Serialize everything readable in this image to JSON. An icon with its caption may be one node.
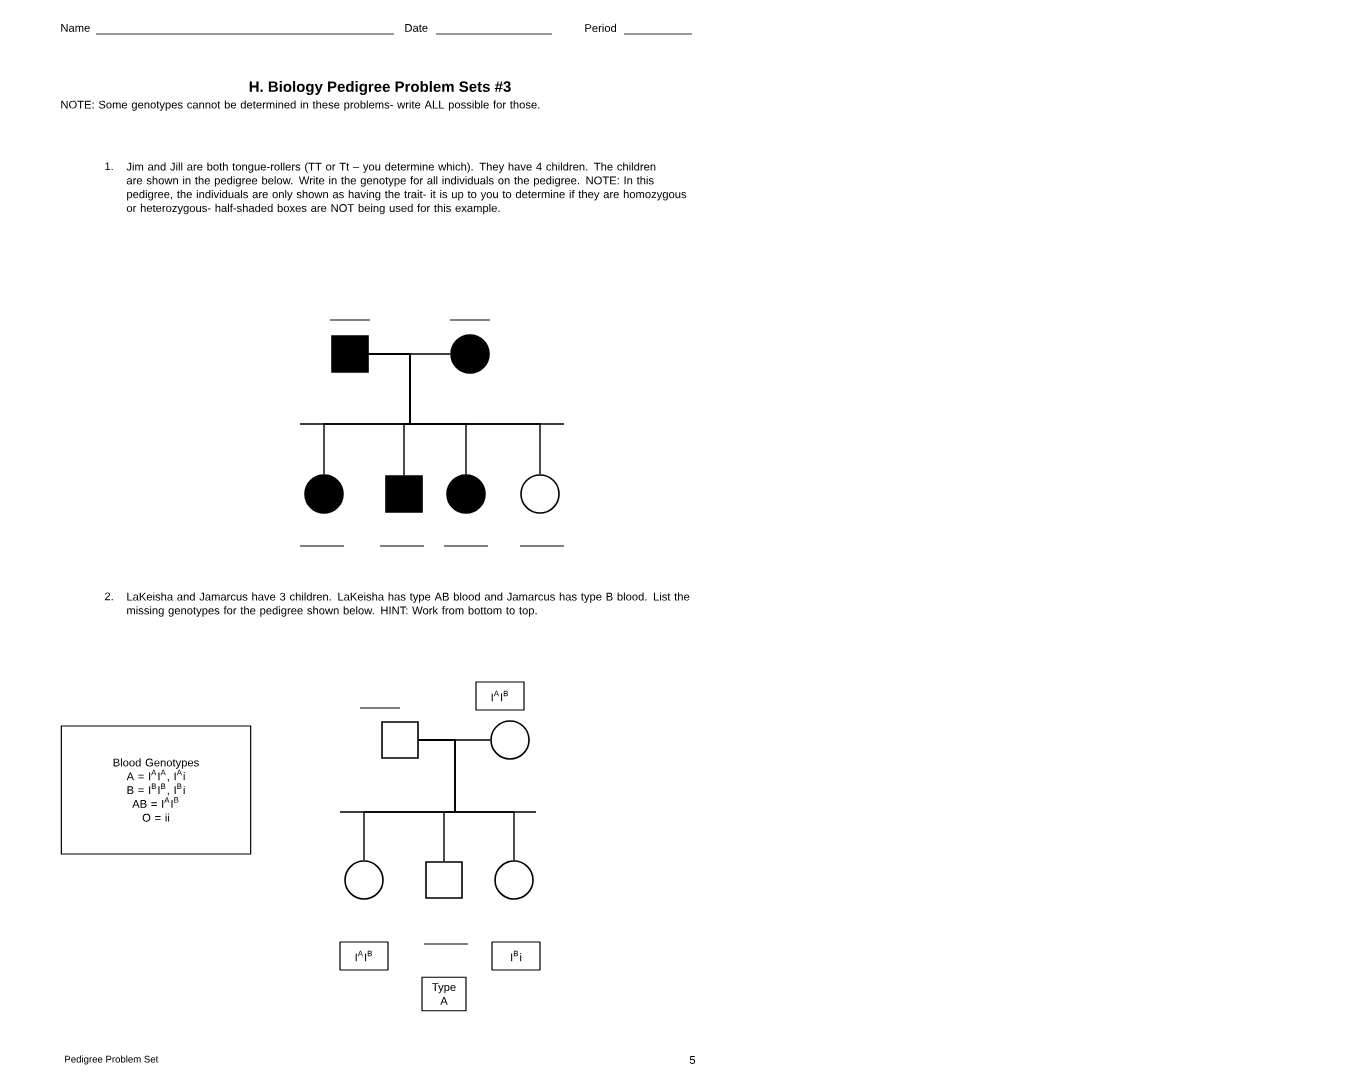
{
  "diagram": {
    "title": "H. Biology Pedigree Problem Sets #3",
    "nodes": [
      {
        "text": [],
        "shape": "box"
      },
      {
        "text": [],
        "shape": "circle"
      },
      {
        "text": [],
        "shape": "circle"
      },
      {
        "text": [],
        "shape": "box"
      },
      {
        "text": [],
        "shape": "circle"
      },
      {
        "text": [],
        "shape": "circle"
      },
      {
        "text": [],
        "shape": "box"
      },
      {
        "text": [],
        "shape": "circle"
      },
      {
        "text": [],
        "shape": "circle"
      },
      {
        "text": [],
        "shape": "box"
      },
      {
        "text": [],
        "shape": "circle"
      },
      {
        "text": [
          "I$^{A}$I$^{B}$"
        ]
      },
      {
        "text": [
          "I$^{A}$I$^{B}$"
        ]
      },
      {
        "text": [
          "I$^{B}$i"
        ]
      },
      {
        "text": [
          "Type A"
        ]
      },
      {
        "text": [
          "Blood Genotypes",
          "A = I$^{A}$I$^{A}$, I$^{A}$i",
          "B = I$^{B}$I$^{B}$, I$^{B}$i",
          "AB = I$^{A}$I$^{B}$",
          "O = ii"
        ]
      }
    ],
    "edges": [
      {
        "from": 0,
        "to": 1,
        "arrow": "none"
      },
      {
        "from": 0,
        "to": 2,
        "arrow": "none"
      },
      {
        "from": 0,
        "to": 3,
        "arrow": "none"
      },
      {
        "from": 0,
        "to": 4,
        "arrow": "none"
      },
      {
        "from": 0,
        "to": 5,
        "arrow": "none"
      },
      {
        "from": 6,
        "to": 7,
        "arrow": "none"
      },
      {
        "from": 6,
        "to": 8,
        "arrow": "none"
      },
      {
        "from": 6,
        "to": 9,
        "arrow": "none"
      },
      {
        "from": 6,
        "to": 10,
        "arrow": "none"
      }
    ],
    "labels": [
      "Name",
      "Date",
      "Period",
      "NOTE: Some genotypes cannot be determined in these problems- write ALL possible for those.",
      "1.",
      "Jim and Jill are both tongue-rollers (TT or Tt – you determine which). They have 4 children. The children are shown in the pedigree below. Write in the genotype for all individuals on the pedigree. NOTE: In this pedigree, the individuals are only shown as having the trait- it is up to you to determine if they are homozygous or heterozygous- half-shaded boxes are NOT being used for this example.",
      "2.",
      "LaKeisha and Jamarcus have 3 children. LaKeisha has type AB blood and Jamarcus has type B blood. List the missing genotypes for the pedigree shown below. HINT: Work from bottom to top.",
      "Pedigree Problem Set",
      "5"
    ]
  }
}
